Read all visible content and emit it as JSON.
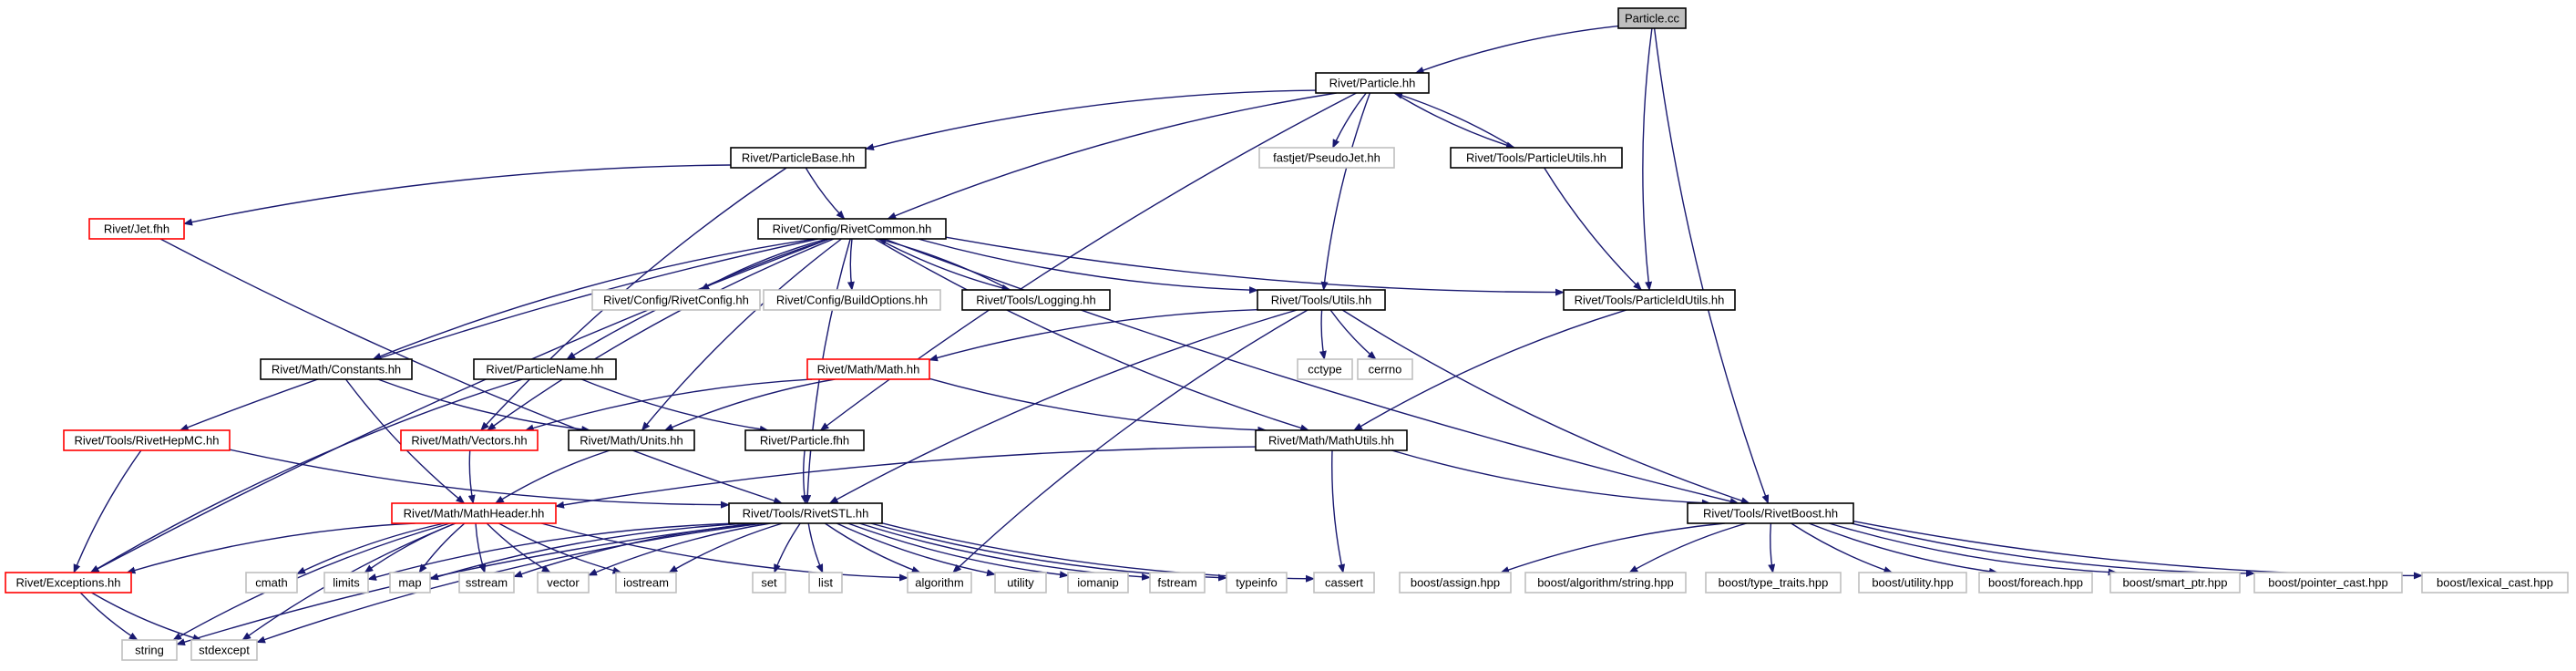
{
  "colors": {
    "edge": "#191970",
    "box_normal": "#000000",
    "box_truncated": "#ff0000",
    "box_external": "#bfbfbf",
    "root_fill": "#bfbfbf",
    "fill": "#ffffff"
  },
  "nodes": [
    {
      "id": "particle_cc",
      "label": "Particle.cc",
      "kind": "root"
    },
    {
      "id": "particle_hh",
      "label": "Rivet/Particle.hh",
      "kind": "normal"
    },
    {
      "id": "particlebase_hh",
      "label": "Rivet/ParticleBase.hh",
      "kind": "normal"
    },
    {
      "id": "pseudojet_hh",
      "label": "fastjet/PseudoJet.hh",
      "kind": "external"
    },
    {
      "id": "particleutils_hh",
      "label": "Rivet/Tools/ParticleUtils.hh",
      "kind": "normal"
    },
    {
      "id": "jet_fhh",
      "label": "Rivet/Jet.fhh",
      "kind": "truncated"
    },
    {
      "id": "rivetcommon_hh",
      "label": "Rivet/Config/RivetCommon.hh",
      "kind": "normal"
    },
    {
      "id": "rivetconfig_hh",
      "label": "Rivet/Config/RivetConfig.hh",
      "kind": "external"
    },
    {
      "id": "buildoptions_hh",
      "label": "Rivet/Config/BuildOptions.hh",
      "kind": "external"
    },
    {
      "id": "logging_hh",
      "label": "Rivet/Tools/Logging.hh",
      "kind": "normal"
    },
    {
      "id": "utils_hh",
      "label": "Rivet/Tools/Utils.hh",
      "kind": "normal"
    },
    {
      "id": "particleidutils_hh",
      "label": "Rivet/Tools/ParticleIdUtils.hh",
      "kind": "normal"
    },
    {
      "id": "constants_hh",
      "label": "Rivet/Math/Constants.hh",
      "kind": "normal"
    },
    {
      "id": "particlename_hh",
      "label": "Rivet/ParticleName.hh",
      "kind": "normal"
    },
    {
      "id": "math_hh",
      "label": "Rivet/Math/Math.hh",
      "kind": "truncated"
    },
    {
      "id": "cctype",
      "label": "cctype",
      "kind": "external"
    },
    {
      "id": "cerrno",
      "label": "cerrno",
      "kind": "external"
    },
    {
      "id": "rivethepmc_hh",
      "label": "Rivet/Tools/RivetHepMC.hh",
      "kind": "truncated"
    },
    {
      "id": "vectors_hh",
      "label": "Rivet/Math/Vectors.hh",
      "kind": "truncated"
    },
    {
      "id": "units_hh",
      "label": "Rivet/Math/Units.hh",
      "kind": "normal"
    },
    {
      "id": "particle_fhh",
      "label": "Rivet/Particle.fhh",
      "kind": "normal"
    },
    {
      "id": "mathutils_hh",
      "label": "Rivet/Math/MathUtils.hh",
      "kind": "normal"
    },
    {
      "id": "mathheader_hh",
      "label": "Rivet/Math/MathHeader.hh",
      "kind": "truncated"
    },
    {
      "id": "rivetstl_hh",
      "label": "Rivet/Tools/RivetSTL.hh",
      "kind": "normal"
    },
    {
      "id": "rivetboost_hh",
      "label": "Rivet/Tools/RivetBoost.hh",
      "kind": "normal"
    },
    {
      "id": "exceptions_hh",
      "label": "Rivet/Exceptions.hh",
      "kind": "truncated"
    },
    {
      "id": "cmath",
      "label": "cmath",
      "kind": "external"
    },
    {
      "id": "limits",
      "label": "limits",
      "kind": "external"
    },
    {
      "id": "map",
      "label": "map",
      "kind": "external"
    },
    {
      "id": "sstream",
      "label": "sstream",
      "kind": "external"
    },
    {
      "id": "vector",
      "label": "vector",
      "kind": "external"
    },
    {
      "id": "iostream",
      "label": "iostream",
      "kind": "external"
    },
    {
      "id": "set",
      "label": "set",
      "kind": "external"
    },
    {
      "id": "list",
      "label": "list",
      "kind": "external"
    },
    {
      "id": "algorithm",
      "label": "algorithm",
      "kind": "external"
    },
    {
      "id": "utility",
      "label": "utility",
      "kind": "external"
    },
    {
      "id": "iomanip",
      "label": "iomanip",
      "kind": "external"
    },
    {
      "id": "fstream",
      "label": "fstream",
      "kind": "external"
    },
    {
      "id": "typeinfo",
      "label": "typeinfo",
      "kind": "external"
    },
    {
      "id": "cassert",
      "label": "cassert",
      "kind": "external"
    },
    {
      "id": "string",
      "label": "string",
      "kind": "external"
    },
    {
      "id": "stdexcept",
      "label": "stdexcept",
      "kind": "external"
    },
    {
      "id": "boost_assign",
      "label": "boost/assign.hpp",
      "kind": "external"
    },
    {
      "id": "boost_algo_string",
      "label": "boost/algorithm/string.hpp",
      "kind": "external"
    },
    {
      "id": "boost_type_traits",
      "label": "boost/type_traits.hpp",
      "kind": "external"
    },
    {
      "id": "boost_utility",
      "label": "boost/utility.hpp",
      "kind": "external"
    },
    {
      "id": "boost_foreach",
      "label": "boost/foreach.hpp",
      "kind": "external"
    },
    {
      "id": "boost_smart_ptr",
      "label": "boost/smart_ptr.hpp",
      "kind": "external"
    },
    {
      "id": "boost_pointer_cast",
      "label": "boost/pointer_cast.hpp",
      "kind": "external"
    },
    {
      "id": "boost_lexical_cast",
      "label": "boost/lexical_cast.hpp",
      "kind": "external"
    }
  ],
  "edges": [
    [
      "particle_cc",
      "particle_hh"
    ],
    [
      "particle_cc",
      "particleidutils_hh"
    ],
    [
      "particle_cc",
      "rivetboost_hh"
    ],
    [
      "particle_hh",
      "particlebase_hh"
    ],
    [
      "particle_hh",
      "pseudojet_hh"
    ],
    [
      "particle_hh",
      "particleutils_hh"
    ],
    [
      "particle_hh",
      "rivetcommon_hh"
    ],
    [
      "particle_hh",
      "utils_hh"
    ],
    [
      "particle_hh",
      "particle_fhh"
    ],
    [
      "particleutils_hh",
      "particle_hh"
    ],
    [
      "particleutils_hh",
      "particleidutils_hh"
    ],
    [
      "particlebase_hh",
      "jet_fhh"
    ],
    [
      "particlebase_hh",
      "rivetcommon_hh"
    ],
    [
      "particlebase_hh",
      "vectors_hh"
    ],
    [
      "jet_fhh",
      "rivetstl_hh"
    ],
    [
      "rivetcommon_hh",
      "rivetconfig_hh"
    ],
    [
      "rivetcommon_hh",
      "buildoptions_hh"
    ],
    [
      "rivetcommon_hh",
      "logging_hh"
    ],
    [
      "rivetcommon_hh",
      "utils_hh"
    ],
    [
      "rivetcommon_hh",
      "particleidutils_hh"
    ],
    [
      "rivetcommon_hh",
      "constants_hh"
    ],
    [
      "rivetcommon_hh",
      "particlename_hh"
    ],
    [
      "rivetcommon_hh",
      "rivethepmc_hh"
    ],
    [
      "rivetcommon_hh",
      "vectors_hh"
    ],
    [
      "rivetcommon_hh",
      "units_hh"
    ],
    [
      "rivetcommon_hh",
      "mathutils_hh"
    ],
    [
      "rivetcommon_hh",
      "rivetstl_hh"
    ],
    [
      "rivetcommon_hh",
      "rivetboost_hh"
    ],
    [
      "rivetcommon_hh",
      "exceptions_hh"
    ],
    [
      "logging_hh",
      "rivetcommon_hh"
    ],
    [
      "utils_hh",
      "math_hh"
    ],
    [
      "utils_hh",
      "cctype"
    ],
    [
      "utils_hh",
      "cerrno"
    ],
    [
      "utils_hh",
      "rivetstl_hh"
    ],
    [
      "utils_hh",
      "rivetboost_hh"
    ],
    [
      "utils_hh",
      "algorithm"
    ],
    [
      "particleidutils_hh",
      "mathutils_hh"
    ],
    [
      "constants_hh",
      "mathheader_hh"
    ],
    [
      "constants_hh",
      "units_hh"
    ],
    [
      "particlename_hh",
      "particle_fhh"
    ],
    [
      "particlename_hh",
      "exceptions_hh"
    ],
    [
      "math_hh",
      "vectors_hh"
    ],
    [
      "math_hh",
      "units_hh"
    ],
    [
      "math_hh",
      "mathutils_hh"
    ],
    [
      "rivethepmc_hh",
      "rivetstl_hh"
    ],
    [
      "rivethepmc_hh",
      "exceptions_hh"
    ],
    [
      "vectors_hh",
      "mathheader_hh"
    ],
    [
      "units_hh",
      "mathheader_hh"
    ],
    [
      "particle_fhh",
      "rivetstl_hh"
    ],
    [
      "mathutils_hh",
      "mathheader_hh"
    ],
    [
      "mathutils_hh",
      "rivetboost_hh"
    ],
    [
      "mathutils_hh",
      "cassert"
    ],
    [
      "mathheader_hh",
      "exceptions_hh"
    ],
    [
      "mathheader_hh",
      "cmath"
    ],
    [
      "mathheader_hh",
      "limits"
    ],
    [
      "mathheader_hh",
      "map"
    ],
    [
      "mathheader_hh",
      "sstream"
    ],
    [
      "mathheader_hh",
      "vector"
    ],
    [
      "mathheader_hh",
      "iostream"
    ],
    [
      "mathheader_hh",
      "algorithm"
    ],
    [
      "mathheader_hh",
      "string"
    ],
    [
      "mathheader_hh",
      "stdexcept"
    ],
    [
      "rivetstl_hh",
      "limits"
    ],
    [
      "rivetstl_hh",
      "map"
    ],
    [
      "rivetstl_hh",
      "sstream"
    ],
    [
      "rivetstl_hh",
      "vector"
    ],
    [
      "rivetstl_hh",
      "iostream"
    ],
    [
      "rivetstl_hh",
      "set"
    ],
    [
      "rivetstl_hh",
      "list"
    ],
    [
      "rivetstl_hh",
      "algorithm"
    ],
    [
      "rivetstl_hh",
      "utility"
    ],
    [
      "rivetstl_hh",
      "iomanip"
    ],
    [
      "rivetstl_hh",
      "fstream"
    ],
    [
      "rivetstl_hh",
      "typeinfo"
    ],
    [
      "rivetstl_hh",
      "cassert"
    ],
    [
      "rivetstl_hh",
      "string"
    ],
    [
      "rivetstl_hh",
      "stdexcept"
    ],
    [
      "rivetboost_hh",
      "boost_assign"
    ],
    [
      "rivetboost_hh",
      "boost_algo_string"
    ],
    [
      "rivetboost_hh",
      "boost_type_traits"
    ],
    [
      "rivetboost_hh",
      "boost_utility"
    ],
    [
      "rivetboost_hh",
      "boost_foreach"
    ],
    [
      "rivetboost_hh",
      "boost_smart_ptr"
    ],
    [
      "rivetboost_hh",
      "boost_pointer_cast"
    ],
    [
      "rivetboost_hh",
      "boost_lexical_cast"
    ],
    [
      "exceptions_hh",
      "string"
    ],
    [
      "exceptions_hh",
      "stdexcept"
    ]
  ]
}
